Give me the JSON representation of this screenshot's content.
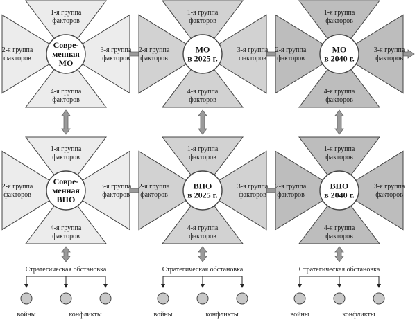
{
  "colors": {
    "fill_light": "#ececec",
    "fill_medium": "#d2d2d2",
    "fill_dark": "#bdbdbd",
    "outline": "#444444",
    "arrow_fill": "#9a9a9a",
    "dot_fill": "#c8c8c8"
  },
  "factor_labels": {
    "top": [
      "1-я группа",
      "факторов"
    ],
    "left": [
      "2-я группа",
      "факторов"
    ],
    "right": [
      "3-я группа",
      "факторов"
    ],
    "bottom": [
      "4-я группа",
      "факторов"
    ]
  },
  "stars": [
    {
      "id": "mo-current",
      "center": [
        "Совре-",
        "менная",
        "МО"
      ],
      "shade": "fill_light"
    },
    {
      "id": "mo-2025",
      "center": [
        "МО",
        "в 2025 г."
      ],
      "shade": "fill_medium"
    },
    {
      "id": "mo-2040",
      "center": [
        "МО",
        "в 2040 г."
      ],
      "shade": "fill_dark"
    },
    {
      "id": "vpo-current",
      "center": [
        "Совре-",
        "менная",
        "ВПО"
      ],
      "shade": "fill_light"
    },
    {
      "id": "vpo-2025",
      "center": [
        "ВПО",
        "в 2025 г."
      ],
      "shade": "fill_medium"
    },
    {
      "id": "vpo-2040",
      "center": [
        "ВПО",
        "в 2040 г."
      ],
      "shade": "fill_dark"
    }
  ],
  "strategic": {
    "title": "Стратегическая обстановка",
    "left_label": "войны",
    "right_label": "конфликты"
  }
}
